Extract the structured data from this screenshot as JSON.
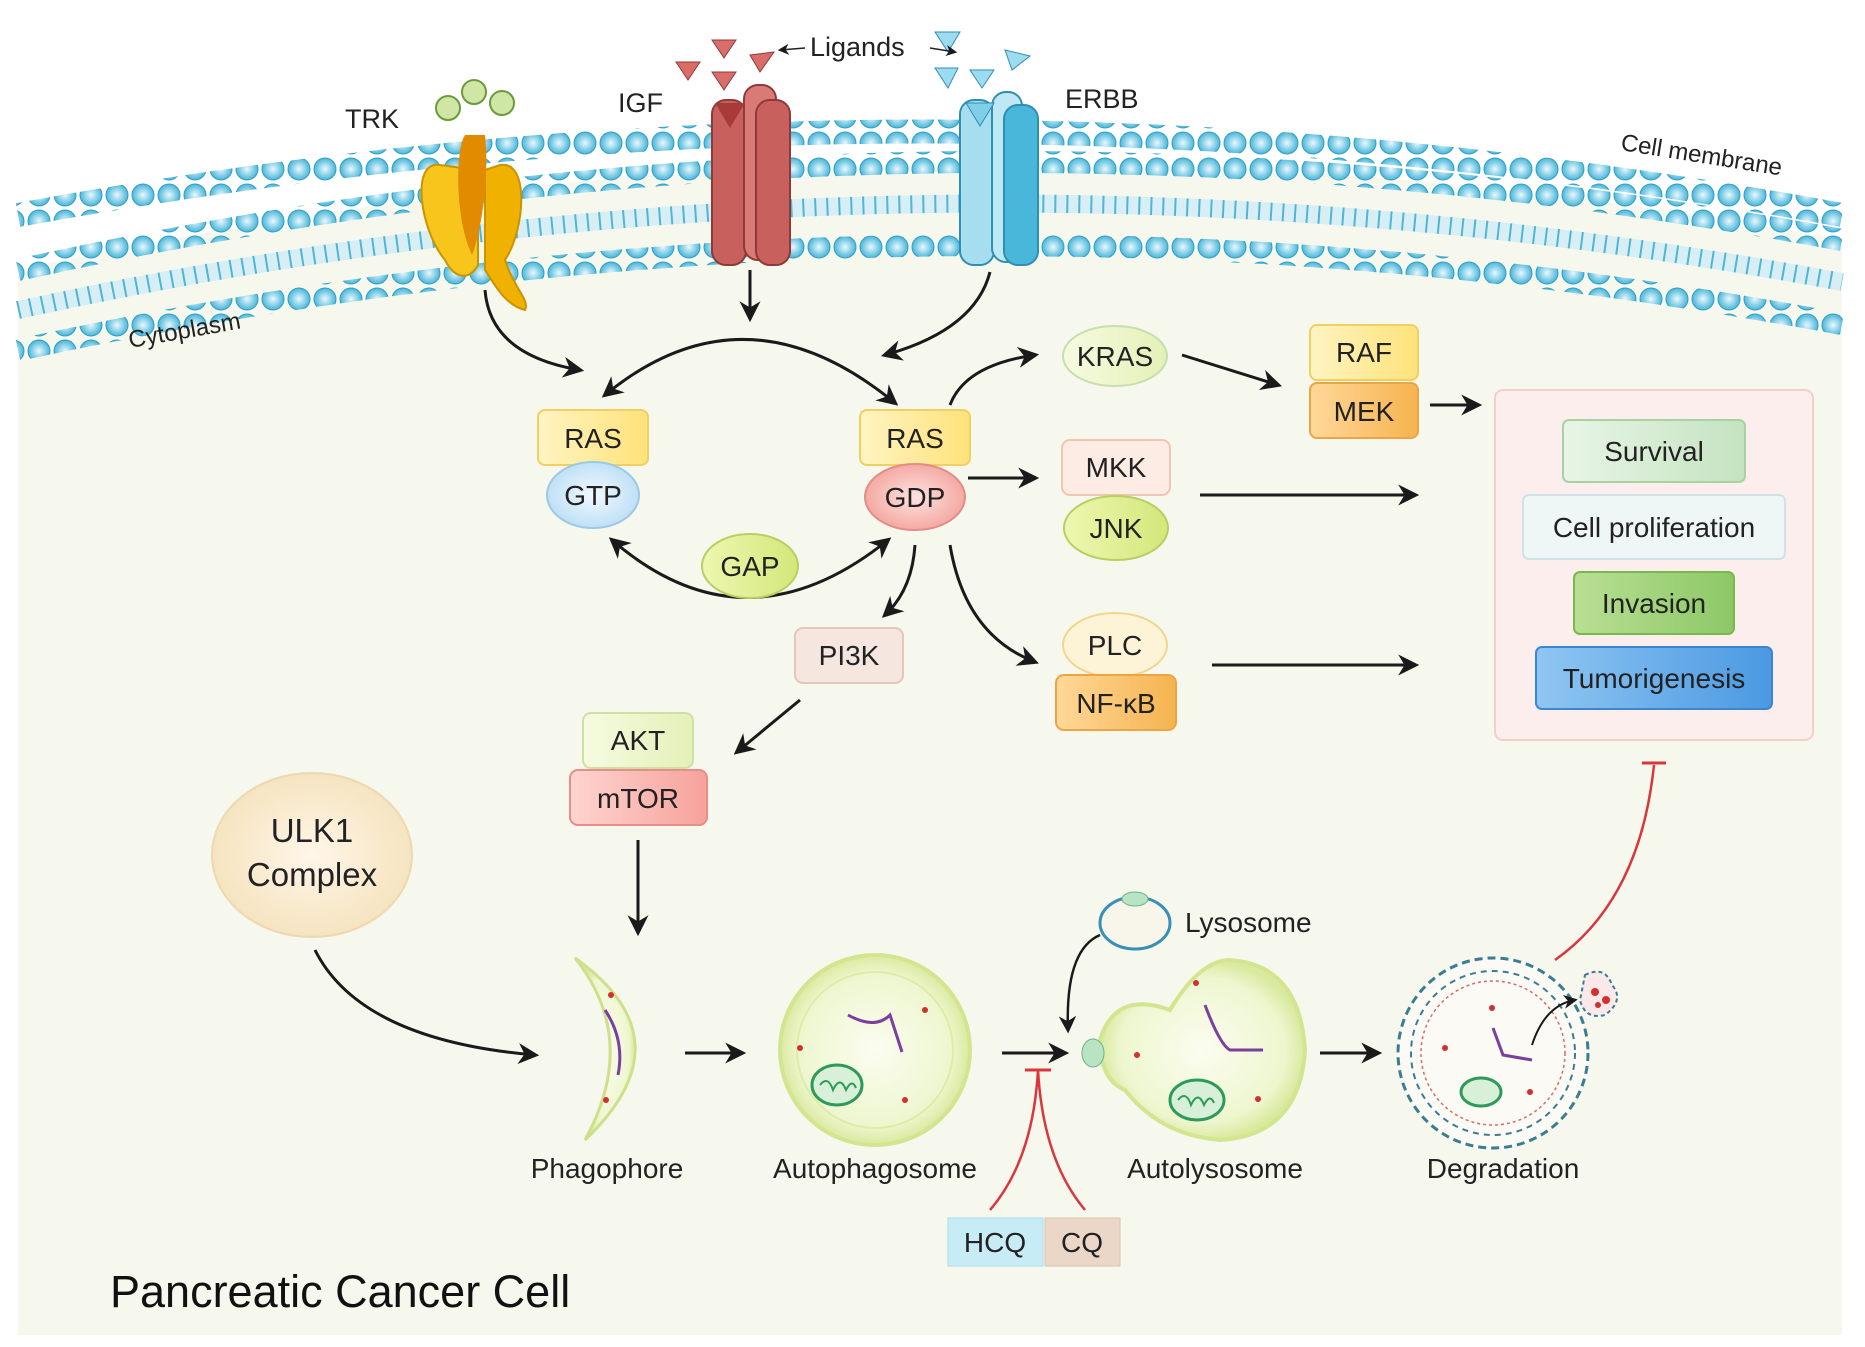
{
  "title": "Pancreatic Cancer Cell",
  "membrane": {
    "cell_membrane_label": "Cell membrane",
    "cytoplasm_label": "Cytoplasm"
  },
  "receptors": {
    "trk": "TRK",
    "igf": "IGF",
    "erbb": "ERBB",
    "ligands": "Ligands"
  },
  "ras_cycle": {
    "ras_gtp_top": "RAS",
    "gtp": "GTP",
    "ras_gdp_top": "RAS",
    "gdp": "GDP",
    "gap": "GAP"
  },
  "pathways": {
    "kras": "KRAS",
    "raf": "RAF",
    "mek": "MEK",
    "mkk": "MKK",
    "jnk": "JNK",
    "plc": "PLC",
    "nfkb": "NF-κB",
    "pi3k": "PI3K",
    "akt": "AKT",
    "mtor": "mTOR"
  },
  "outcomes": [
    "Survival",
    "Cell proliferation",
    "Invasion",
    "Tumorigenesis"
  ],
  "autophagy": {
    "ulk1_line1": "ULK1",
    "ulk1_line2": "Complex",
    "lysosome": "Lysosome",
    "stages": [
      "Phagophore",
      "Autophagosome",
      "Autolysosome",
      "Degradation"
    ]
  },
  "inhibitors": [
    "HCQ",
    "CQ"
  ],
  "colors": {
    "membrane": "#5bc0de",
    "cytoplasm": "#f6f8ee",
    "trk": "#f2b705",
    "igf": "#c8605e",
    "erbb": "#6cc7df",
    "inhibit": "#d9363e",
    "arrow": "#1a1a1a"
  }
}
